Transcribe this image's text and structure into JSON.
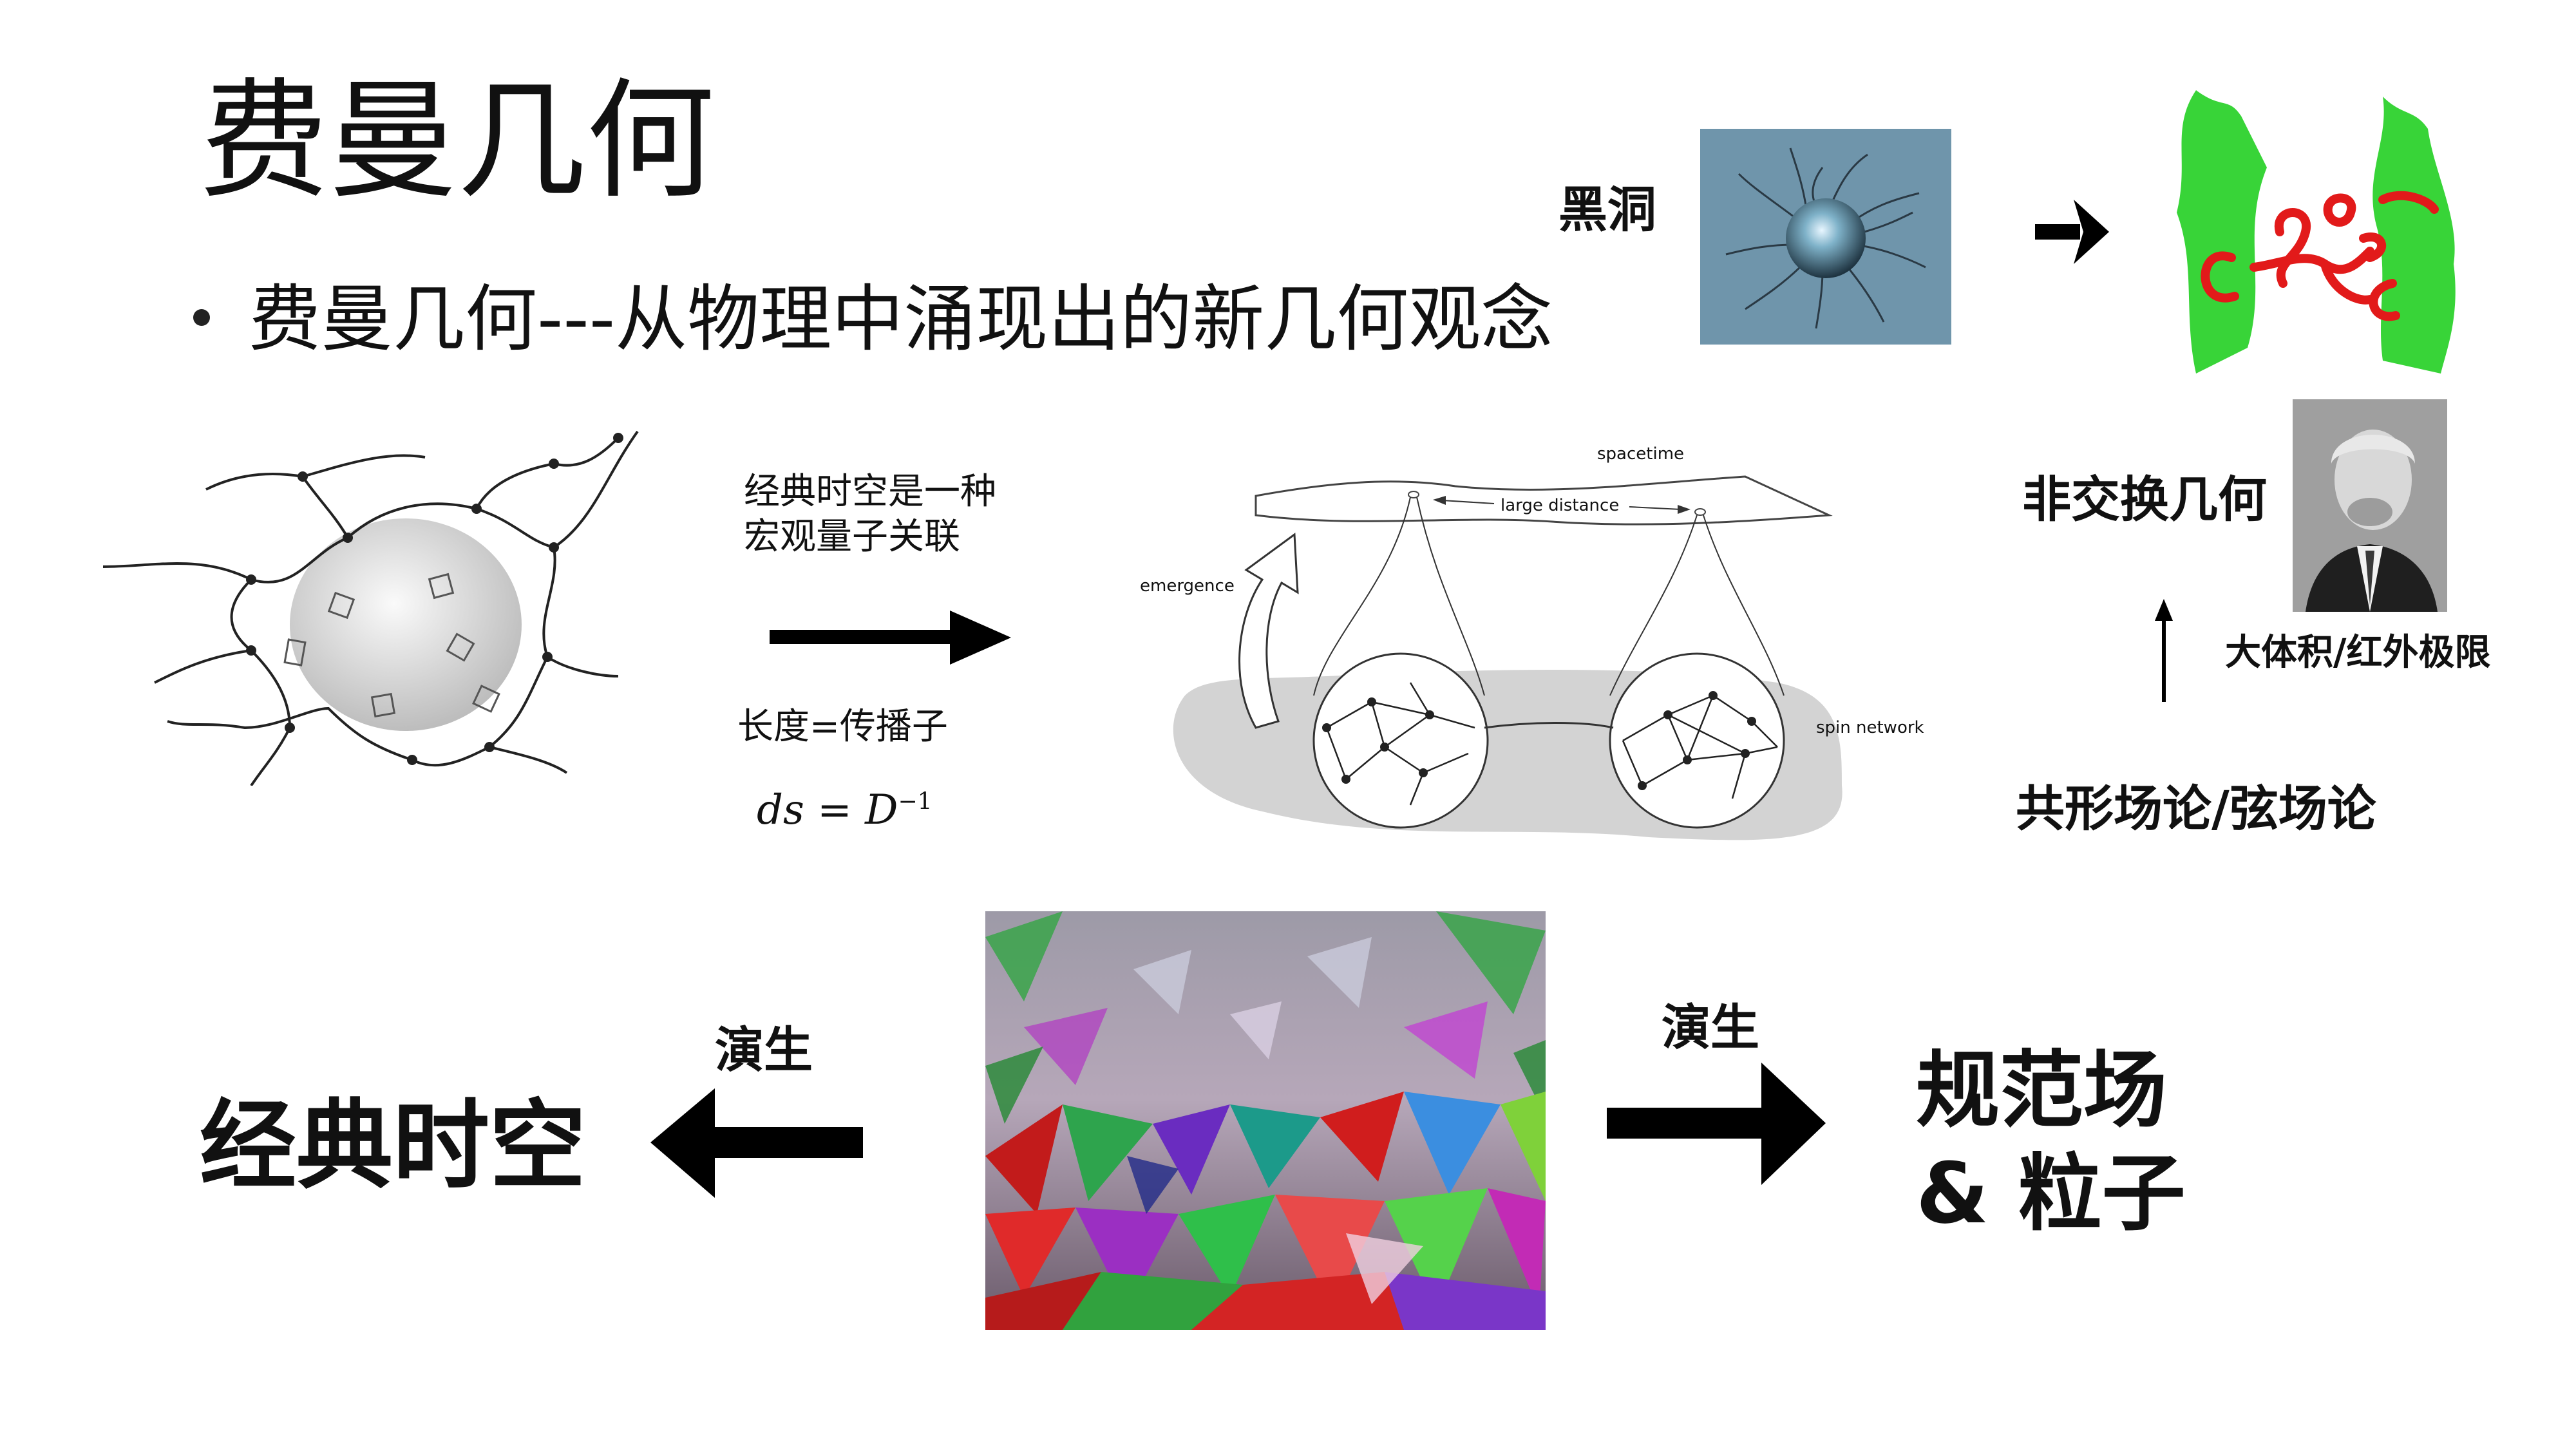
{
  "slide": {
    "title": "费曼几何",
    "bullet": "费曼几何---从物理中涌现出的新几何观念",
    "black_hole_label": "黑洞",
    "classical_line1": "经典时空是一种",
    "classical_line2": "宏观量子关联",
    "length_propagator": "长度=传播子",
    "formula": "ds = D",
    "formula_exp": "−1",
    "diagram": {
      "spacetime": "spacetime",
      "large_distance": "large distance",
      "emergence": "emergence",
      "spin_network": "spin network"
    },
    "noncommutative": "非交换几何",
    "limit": "大体积/红外极限",
    "cft_string": "共形场论/弦场论",
    "emerge_left": "演生",
    "emerge_right": "演生",
    "classical_spacetime": "经典时空",
    "gauge_line1": "规范场",
    "gauge_line2": "& 粒子"
  },
  "colors": {
    "surface_green": "#3ad13a",
    "loop_red": "#e21a1a",
    "blackhole_bg": "#6f95ab",
    "grey_sheet": "#d3d3d3"
  }
}
